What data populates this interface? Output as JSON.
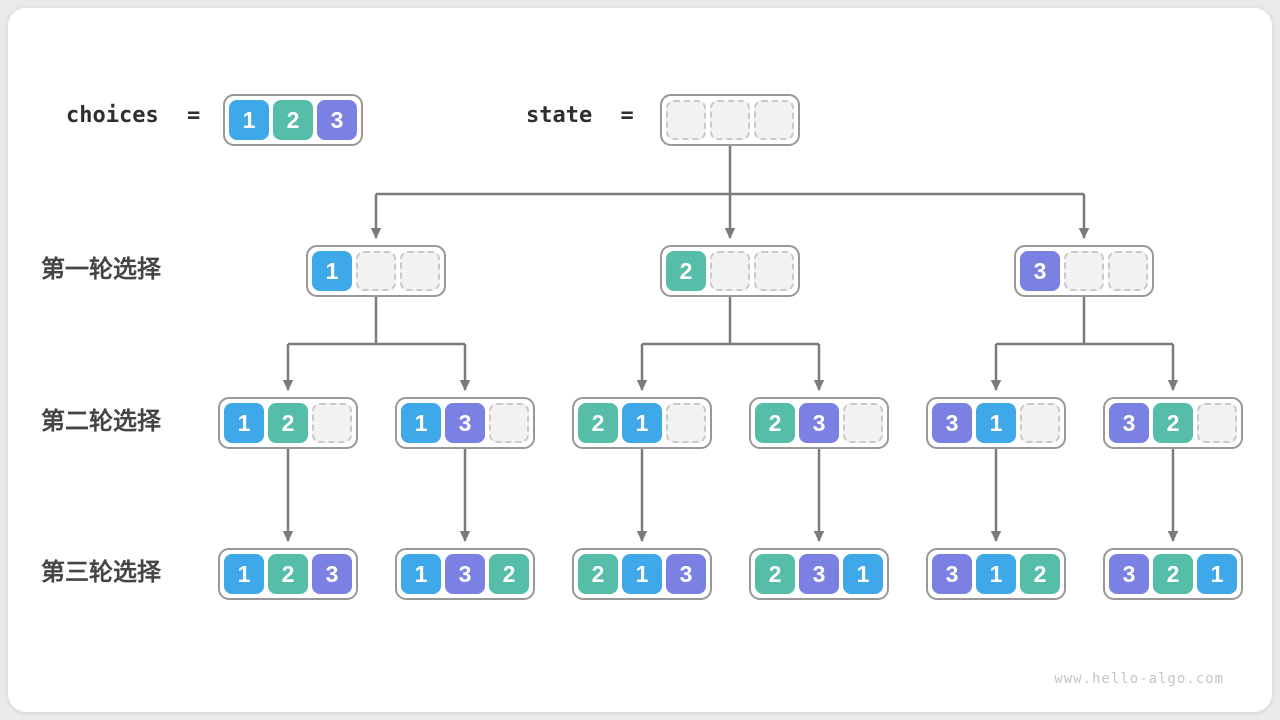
{
  "title_row": {
    "choices_label": "choices",
    "choices_equals": "=",
    "choices_values": [
      "1",
      "2",
      "3"
    ],
    "state_label": "state",
    "state_equals": "=",
    "state_values": [
      "",
      "",
      ""
    ]
  },
  "rows": [
    {
      "label": "第一轮选择",
      "nodes": [
        [
          "1",
          "",
          ""
        ],
        [
          "2",
          "",
          ""
        ],
        [
          "3",
          "",
          ""
        ]
      ]
    },
    {
      "label": "第二轮选择",
      "nodes": [
        [
          "1",
          "2",
          ""
        ],
        [
          "1",
          "3",
          ""
        ],
        [
          "2",
          "1",
          ""
        ],
        [
          "2",
          "3",
          ""
        ],
        [
          "3",
          "1",
          ""
        ],
        [
          "3",
          "2",
          ""
        ]
      ]
    },
    {
      "label": "第三轮选择",
      "nodes": [
        [
          "1",
          "2",
          "3"
        ],
        [
          "1",
          "3",
          "2"
        ],
        [
          "2",
          "1",
          "3"
        ],
        [
          "2",
          "3",
          "1"
        ],
        [
          "3",
          "1",
          "2"
        ],
        [
          "3",
          "2",
          "1"
        ]
      ]
    }
  ],
  "watermark": "www.hello-algo.com",
  "colors": {
    "value_1": "#3fa8e8",
    "value_2": "#55bda8",
    "value_3": "#7b81e2",
    "arrow": "#7b7b7b",
    "box_border": "#989898",
    "empty_fill": "#f2f2f2",
    "empty_border": "#c9c9c9",
    "label_text": "#454545",
    "code_text": "#2e2e2e",
    "watermark_text": "#c5c5c5",
    "card_bg": "#ffffff",
    "page_bg": "#eaeaea"
  }
}
